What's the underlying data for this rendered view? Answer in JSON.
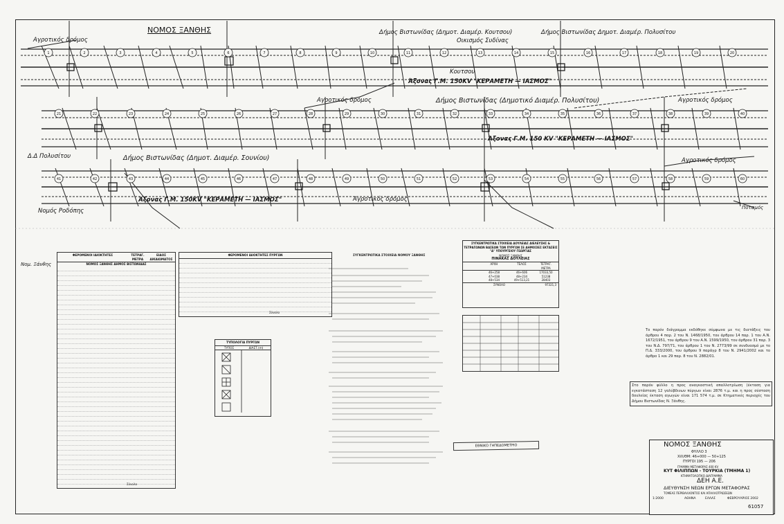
{
  "header": {
    "prefecture_title": "ΝΟΜΟΣ ΞΑΝΘΗΣ",
    "municipality_1": "Δήμος Βιστωνίδας (Δημοτ. Διαμέρ. Κουτσου)",
    "municipality_2": "Δήμος Βιστωνίδας Δημοτ. Διαμέρ. Πολυσίτου",
    "settlement": "Οικισμός Συδίνας"
  },
  "strips": {
    "strip1_axis": "Άξονας Γ.Μ. 150KV \"ΚΕΡΑΜΕΤΗ — ΙΑΣΜΟΣ\"",
    "strip2_municipality": "Δήμος Βιστωνίδας (Δημοτικό Διαμέρ. Πολυσίτου)",
    "strip2_axis": "Άξονας Γ.Μ. 150 KV \"ΚΕΡΑΜΕΤΗ — ΙΑΣΜΟΣ\"",
    "strip3_left": "Δ.Δ Πολυσίτου",
    "strip3_municipality": "Δήμος Βιστωνίδας (Δημοτ. Διαμέρ. Σουνίου)",
    "strip3_axis": "Άξονας Γ.Μ. 150KV \"ΚΕΡΑΜΕΤΗ — ΙΑΣΜΟΣ\"",
    "road": "Αγροτικός δρόμος",
    "nomos_rodopis": "Νομός Ροδόπης",
    "nomos_xanthis_small": "Νομ. Ξάνθης",
    "river": "Ποταμός",
    "koutsos": "Κουτσου"
  },
  "parcels_row1": [
    "1",
    "2",
    "3",
    "4",
    "5",
    "6",
    "7",
    "8",
    "9",
    "10",
    "11",
    "12",
    "13",
    "14",
    "15",
    "16",
    "17",
    "18",
    "19",
    "20"
  ],
  "parcels_row2": [
    "21",
    "22",
    "23",
    "24",
    "25",
    "26",
    "27",
    "28",
    "29",
    "30",
    "31",
    "32",
    "33",
    "34",
    "35",
    "36",
    "37",
    "38",
    "39",
    "40"
  ],
  "parcels_row3": [
    "41",
    "42",
    "43",
    "44",
    "45",
    "46",
    "47",
    "48",
    "49",
    "50",
    "51",
    "52",
    "53",
    "54",
    "55",
    "56",
    "57",
    "58",
    "59",
    "60"
  ],
  "owners_table": {
    "header": "ΦΕΡΟΜΕΝΟΙ ΙΔΙΟΚΤΗΤΕΣ",
    "col_area": "ΤΕΤΡΑΓ. ΜΕΤΡΑ",
    "col_rights": "ΕΙΔΟΣ ΔΙΚΑΙΩΜΑΤΟΣ",
    "subheader": "ΝΟΜΟΣ ΞΑΝΘΗΣ ΔΗΜΟΣ ΒΙΣΤΩΝΙΔΑΣ",
    "total_label": "Σύνολο"
  },
  "owners_table2": {
    "header": "ΦΕΡΟΜΕΝΟΙ ΙΔΙΟΚΤΗΤΕΣ ΠΥΡΓΩΝ",
    "total_label": "Σύνολο"
  },
  "tower_types": {
    "title": "ΤΥΠΟΛΟΓΙΑ ΠΥΡΓΩΝ",
    "col1": "ΤΥΠΟΣ",
    "col2": "ΔΙΑΣΤ.(m)"
  },
  "tech_notes_title": "ΣΥΓΚΕΝΤΡΩΤΙΚΑ ΣΤΟΙΧΕΙΑ ΝΟΜΟΥ ΞΑΝΘΗΣ",
  "servitude_table": {
    "title": "ΣΥΓΚΕΝΤΡΩΤΙΚΑ ΣΤΟΙΧΕΙΑ ΔΟΥΛΕΙΑΣ ΔΙΕΛΕΥΣΗΣ & ΤΕΤΡΑΓΩΝΩΝ ΒΑΣΕΩΝ ΤΩΝ ΠΥΡΓΩΝ ΣΕ ΔΗΜΟΣΙΕΣ ΕΚΤΑΣΕΙΣ \"Δ\" ΥΠΟΥΡΓΕΙΟΥ ΓΕΩΡΓΙΑΣ",
    "subtitle": "ΝΟΜΟΣ ΞΑΝΘΗΣ",
    "table_name": "ΠΙΝΑΚΑΣ ΔΟΥΛΕΙΑΣ",
    "col_start": "ΑΡΧΗ",
    "col_end": "ΤΕΛΟΣ",
    "col_area": "ΤΕΤΡΑΓ. ΜΕΤΡΑ",
    "rows": [
      {
        "start": "46+258",
        "end": "46+606",
        "area": "17033,50"
      },
      {
        "start": "47+038",
        "end": "48+234",
        "area": "51238"
      },
      {
        "start": "48+534",
        "end": "49+513,21",
        "area": "28403"
      }
    ],
    "total_label": "ΣΥΝΟΛΟ",
    "total": "97321,3"
  },
  "notice_text": "Το παρόν διάγραμμα εκδόθηκε σύμφωνα με τις διατάξεις του άρθρου 4 παρ. 2 του Ν. 1468/1950, του άρθρου 14 παρ. 1 του Α.Ν. 1672/1951, του άρθρου 9 του Α.Ν. 1599/1950, του άρθρου 31 παρ. 3 του Ν.Δ. 797/71, του άρθρου 1 του Ν. 2773/99 σε συνδυασμό με το Π.Δ. 333/2000, του άρθρου 9 παράγρ 8 του Ν. 2941/2002 και το άρθρο 1 και 29 παρ. 8 του Ν. 2882/01.",
  "boxed_text": "Στο παρόν φύλλο η προς αναγκαστική απαλλοτρίωση (έκταση για εγκατάσταση 12 γαλύβδινων πύργων είναι 2876 τ.μ. και η προς σύσταση δουλείας έκταση αγωγών είναι 171 574 τ.μ. σε Κτηματικές περιοχές του Δήμου Βιστωνίδας Ν. Ξάνθης.",
  "stamp_text": "ΕΘΝΙΚΟ ΓΗΠΕΔΟΜΕΤΡΙΟ",
  "title_block": {
    "nomos": "ΝΟΜΟΣ ΞΑΝΘΗΣ",
    "sheet": "ΦΥΛΛΟ 3",
    "chainage": "ΧΙΛ/ΘΜ: 46+000 — 50+125",
    "towers": "ΠΥΡΓΟΙ 195 — 206",
    "project_line1": "ΓΡΑΜΜΗ ΜΕΤΑΦΟΡΑΣ 400 KV",
    "project_line2": "ΚΥΤ ΦΙΛΙΠΠΩΝ - ΤΟΥΡΚΙΑ (ΤΜΗΜΑ 1)",
    "project_line3": "ΚΤΗΜΑΤΟΛΟΓΙΚΟ ΔΙΑΓΡΑΜΜΑ",
    "company": "ΔΕΗ Α.Ε.",
    "division": "ΔΙΕΥΘΥΝΣΗ ΝΕΩΝ ΕΡΓΩΝ ΜΕΤΑΦΟΡΑΣ",
    "dept": "ΤΟΜΕΑΣ ΠΕΡΙΒΑΛΛΟΝΤΟΣ ΚΑΙ ΑΠΑΛΛΟΤΡΙΩΣΕΩΝ",
    "scale": "1:2000",
    "city": "ΑΘΗΝΑ",
    "country": "ΕΛΛΑΣ",
    "date": "ΦΕΒΡΟΥΑΡΙΟΣ 2002",
    "drawing_no": "61057"
  }
}
